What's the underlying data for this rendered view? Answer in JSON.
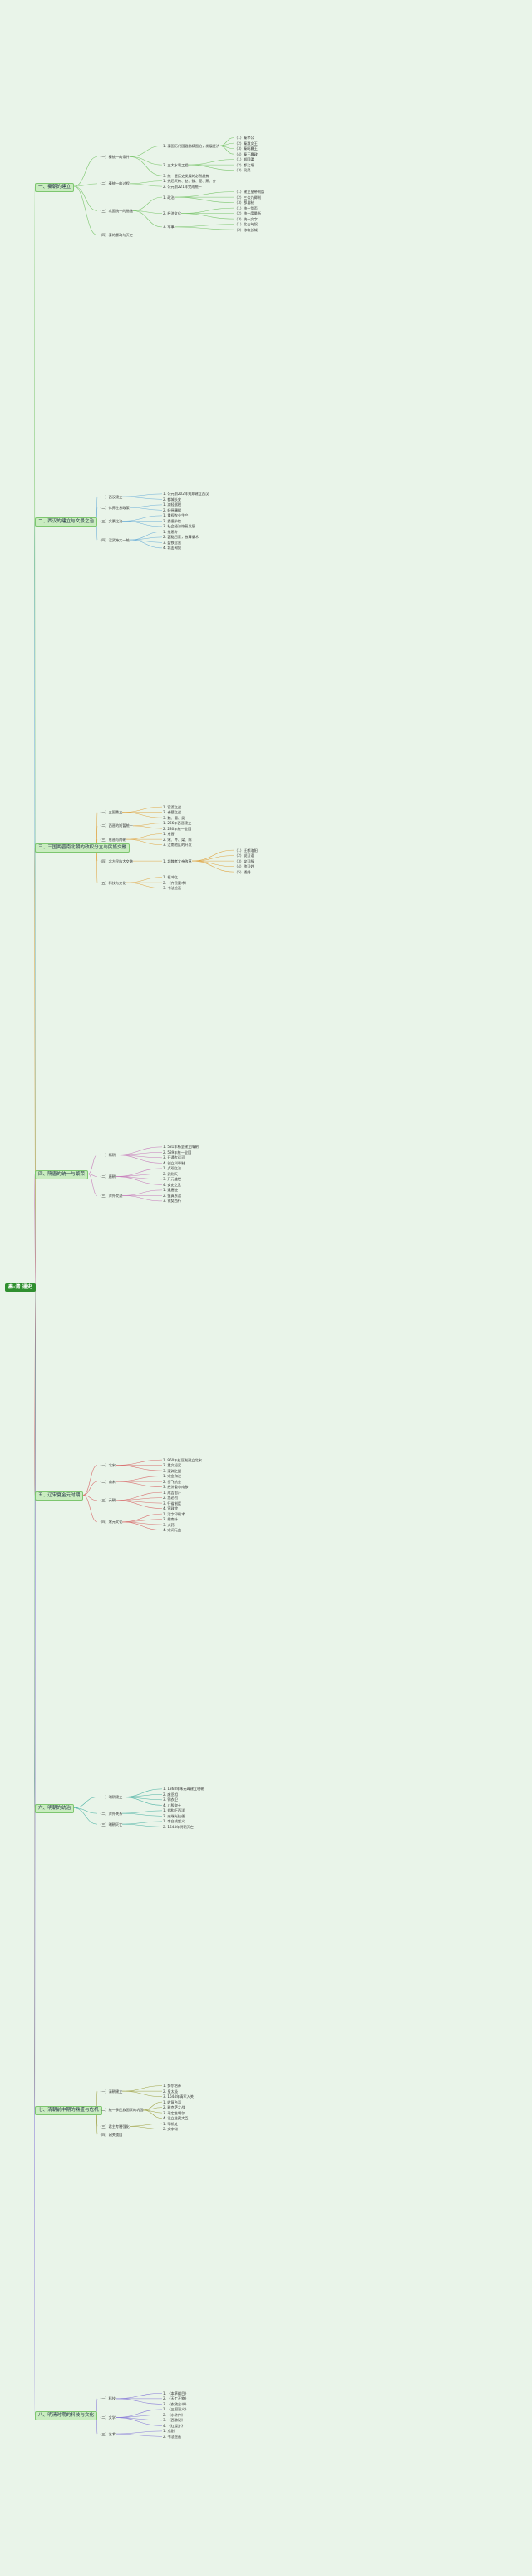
{
  "title": "秦-清 通史",
  "sections": [
    {
      "label": "一、秦朝的建立",
      "children": [
        {
          "label": "（一）秦统一的条件",
          "children": [
            {
              "label": "1. 秦国历代国君励精图治，发展经济",
              "children": [
                {
                  "label": "（1）秦孝公"
                },
                {
                  "label": "（2）秦惠文王"
                },
                {
                  "label": "（3）秦昭襄王"
                },
                {
                  "label": "（4）秦王嬴政"
                }
              ]
            },
            {
              "label": "2. 三大水利工程",
              "children": [
                {
                  "label": "（1）郑国渠"
                },
                {
                  "label": "（2）都江堰"
                },
                {
                  "label": "（3）灵渠"
                }
              ]
            },
            {
              "label": "3. 统一是历史发展的必然趋势"
            }
          ]
        },
        {
          "label": "（二）秦统一的过程",
          "children": [
            {
              "label": "1. 先后灭韩、赵、魏、楚、燕、齐"
            },
            {
              "label": "2. 公元前221年完成统一"
            }
          ]
        },
        {
          "label": "（三）巩固统一的措施",
          "children": [
            {
              "label": "1. 政治",
              "children": [
                {
                  "label": "（1）建立皇帝制度"
                },
                {
                  "label": "（2）三公九卿制"
                },
                {
                  "label": "（3）郡县制"
                }
              ]
            },
            {
              "label": "2. 经济文化",
              "children": [
                {
                  "label": "（1）统一货币"
                },
                {
                  "label": "（2）统一度量衡"
                },
                {
                  "label": "（3）统一文字"
                }
              ]
            },
            {
              "label": "3. 军事",
              "children": [
                {
                  "label": "（1）北击匈奴"
                },
                {
                  "label": "（2）修筑长城"
                }
              ]
            }
          ]
        },
        {
          "label": "（四）秦的暴政与灭亡"
        }
      ]
    },
    {
      "label": "二、西汉的建立与文景之治",
      "children": [
        {
          "label": "（一）西汉建立",
          "children": [
            {
              "label": "1. 公元前202年刘邦建立西汉"
            },
            {
              "label": "2. 都城长安"
            }
          ]
        },
        {
          "label": "（二）休养生息政策",
          "children": [
            {
              "label": "1. 减轻赋税"
            },
            {
              "label": "2. 轻徭薄赋"
            }
          ]
        },
        {
          "label": "（三）文景之治",
          "children": [
            {
              "label": "1. 重视农业生产"
            },
            {
              "label": "2. 提倡节俭"
            },
            {
              "label": "3. 社会经济恢复发展"
            }
          ]
        },
        {
          "label": "（四）汉武帝大一统",
          "children": [
            {
              "label": "1. 推恩令"
            },
            {
              "label": "2. 罢黜百家，独尊儒术"
            },
            {
              "label": "3. 盐铁官营"
            },
            {
              "label": "4. 北击匈奴"
            }
          ]
        }
      ]
    },
    {
      "label": "三、三国两晋南北朝的政权分立与民族交融",
      "children": [
        {
          "label": "（一）三国鼎立",
          "children": [
            {
              "label": "1. 官渡之战"
            },
            {
              "label": "2. 赤壁之战"
            },
            {
              "label": "3. 魏、蜀、吴"
            }
          ]
        },
        {
          "label": "（二）西晋的短暂统一",
          "children": [
            {
              "label": "1. 266年西晋建立"
            },
            {
              "label": "2. 280年统一全国"
            }
          ]
        },
        {
          "label": "（三）东晋与南朝",
          "children": [
            {
              "label": "1. 东晋"
            },
            {
              "label": "2. 宋、齐、梁、陈"
            },
            {
              "label": "3. 江南地区的开发"
            }
          ]
        },
        {
          "label": "（四）北方民族大交融",
          "children": [
            {
              "label": "1. 北魏孝文帝改革",
              "children": [
                {
                  "label": "（1）迁都洛阳"
                },
                {
                  "label": "（2）说汉语"
                },
                {
                  "label": "（3）穿汉服"
                },
                {
                  "label": "（4）改汉姓"
                },
                {
                  "label": "（5）通婚"
                }
              ]
            }
          ]
        },
        {
          "label": "（五）科技与文化",
          "children": [
            {
              "label": "1. 祖冲之"
            },
            {
              "label": "2. 《齐民要术》"
            },
            {
              "label": "3. 书法绘画"
            }
          ]
        }
      ]
    },
    {
      "label": "四、隋唐的统一与繁荣",
      "children": [
        {
          "label": "（一）隋朝",
          "children": [
            {
              "label": "1. 581年杨坚建立隋朝"
            },
            {
              "label": "2. 589年统一全国"
            },
            {
              "label": "3. 开通大运河"
            },
            {
              "label": "4. 创立科举制"
            }
          ]
        },
        {
          "label": "（二）唐朝",
          "children": [
            {
              "label": "1. 贞观之治"
            },
            {
              "label": "2. 武则天"
            },
            {
              "label": "3. 开元盛世"
            },
            {
              "label": "4. 安史之乱"
            }
          ]
        },
        {
          "label": "（三）对外交流",
          "children": [
            {
              "label": "1. 遣唐使"
            },
            {
              "label": "2. 鉴真东渡"
            },
            {
              "label": "3. 玄奘西行"
            }
          ]
        }
      ]
    },
    {
      "label": "五、辽宋夏金元时期",
      "children": [
        {
          "label": "（一）北宋",
          "children": [
            {
              "label": "1. 960年赵匡胤建立北宋"
            },
            {
              "label": "2. 重文轻武"
            },
            {
              "label": "3. 澶渊之盟"
            }
          ]
        },
        {
          "label": "（二）南宋",
          "children": [
            {
              "label": "1. 宋金和议"
            },
            {
              "label": "2. 岳飞抗金"
            },
            {
              "label": "3. 经济重心南移"
            }
          ]
        },
        {
          "label": "（三）元朝",
          "children": [
            {
              "label": "1. 成吉思汗"
            },
            {
              "label": "2. 忽必烈"
            },
            {
              "label": "3. 行省制度"
            },
            {
              "label": "4. 宣政院"
            }
          ]
        },
        {
          "label": "（四）宋元文化",
          "children": [
            {
              "label": "1. 活字印刷术"
            },
            {
              "label": "2. 指南针"
            },
            {
              "label": "3. 火药"
            },
            {
              "label": "4. 宋词元曲"
            }
          ]
        }
      ]
    },
    {
      "label": "六、明朝的统治",
      "children": [
        {
          "label": "（一）明朝建立",
          "children": [
            {
              "label": "1. 1368年朱元璋建立明朝"
            },
            {
              "label": "2. 废丞相"
            },
            {
              "label": "3. 锦衣卫"
            },
            {
              "label": "4. 八股取士"
            }
          ]
        },
        {
          "label": "（二）对外关系",
          "children": [
            {
              "label": "1. 郑和下西洋"
            },
            {
              "label": "2. 戚继光抗倭"
            }
          ]
        },
        {
          "label": "（三）明朝灭亡",
          "children": [
            {
              "label": "1. 李自成起义"
            },
            {
              "label": "2. 1644年明朝灭亡"
            }
          ]
        }
      ]
    },
    {
      "label": "七、清朝前中期的鼎盛与危机",
      "children": [
        {
          "label": "（一）清朝建立",
          "children": [
            {
              "label": "1. 努尔哈赤"
            },
            {
              "label": "2. 皇太极"
            },
            {
              "label": "3. 1644年清军入关"
            }
          ]
        },
        {
          "label": "（二）统一多民族国家的巩固",
          "children": [
            {
              "label": "1. 收复台湾"
            },
            {
              "label": "2. 雅克萨之战"
            },
            {
              "label": "3. 平定准噶尔"
            },
            {
              "label": "4. 设立驻藏大臣"
            }
          ]
        },
        {
          "label": "（三）君主专制强化",
          "children": [
            {
              "label": "1. 军机处"
            },
            {
              "label": "2. 文字狱"
            }
          ]
        },
        {
          "label": "（四）闭关锁国"
        }
      ]
    },
    {
      "label": "八、明清时期的科技与文化",
      "children": [
        {
          "label": "（一）科技",
          "children": [
            {
              "label": "1. 《本草纲目》"
            },
            {
              "label": "2. 《天工开物》"
            },
            {
              "label": "3. 《农政全书》"
            }
          ]
        },
        {
          "label": "（二）文学",
          "children": [
            {
              "label": "1. 《三国演义》"
            },
            {
              "label": "2. 《水浒传》"
            },
            {
              "label": "3. 《西游记》"
            },
            {
              "label": "4. 《红楼梦》"
            }
          ]
        },
        {
          "label": "（三）艺术",
          "children": [
            {
              "label": "1. 京剧"
            },
            {
              "label": "2. 书法绘画"
            }
          ]
        }
      ]
    }
  ]
}
